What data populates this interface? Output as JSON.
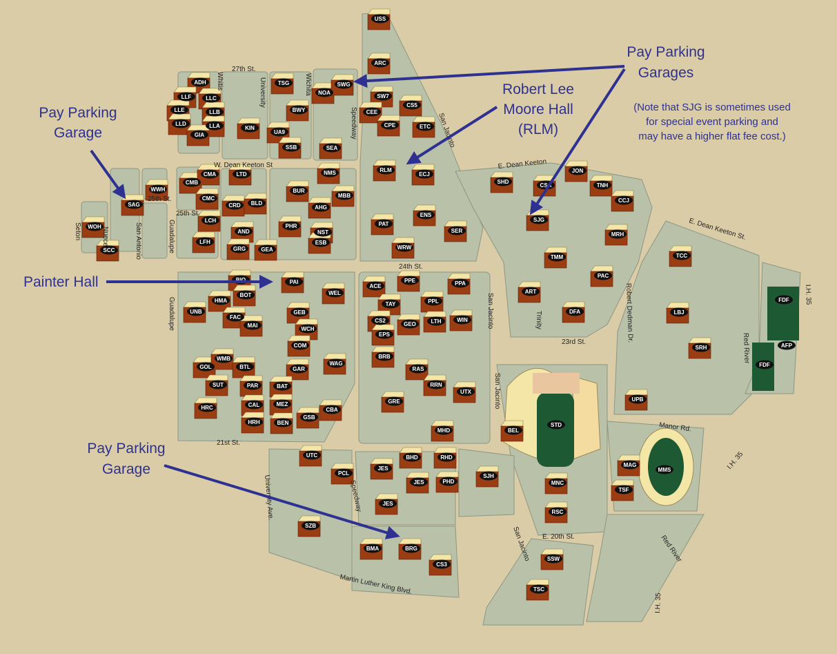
{
  "colors": {
    "background": "#d9cca6",
    "block": "#b9c1a8",
    "block_stroke": "#8d9684",
    "building_face": "#9b3d12",
    "building_side": "#f4e6a6",
    "label_oval": "#111111",
    "stadium_field": "#1d5a34",
    "annotation": "#2e3192"
  },
  "annotations": {
    "pay_parking_garage_left": "Pay Parking Garage",
    "pay_parking_garages_top": "Pay Parking Garages",
    "robert_lee_moore": "Robert Lee Moore Hall (RLM)",
    "painter_hall": "Painter Hall",
    "pay_parking_garage_bottom": "Pay Parking Garage",
    "sjg_note": "(Note that SJG is sometimes used for special event parking and may have a higher flat fee cost.)"
  },
  "streets": {
    "s27th": "27th St.",
    "whitis": "Whitis",
    "university": "University",
    "wichita": "Wichita",
    "speedway": "Speedway",
    "san_jacinto": "San Jacinto",
    "dean_keeton_w": "W. Dean Keeton St",
    "dean_keeton_e": "E. Dean Keeton",
    "dean_keeton_e2": "E. Dean Keeton St.",
    "s25th": "25th St.",
    "s25th_b": "25th St.",
    "seton": "Seton",
    "nueces": "Nueces",
    "san_antonio": "San Antonio",
    "guadalupe": "Guadalupe",
    "guadalupe_b": "Guadalupe",
    "s24th": "24th St.",
    "san_jacinto_b": "San Jacinto",
    "san_jacinto_c": "San Jacinto",
    "san_jacinto_d": "San Jacinto",
    "robert_dedman": "Robert Dedman Dr.",
    "trinity": "Trinity",
    "s23rd": "23rd St.",
    "red_river": "Red River",
    "red_river_b": "Red River",
    "ih35": "I.H. 35",
    "ih35_b": "I.H. 35",
    "ih35_c": "I.H. 35",
    "manor": "Manor Rd.",
    "s21st": "21st St.",
    "university_ave": "University Ave.",
    "speedway_b": "Speedway",
    "e20th": "E. 20th St.",
    "mlk": "Martin Luther King Blvd."
  },
  "buildings": [
    {
      "code": "USS"
    },
    {
      "code": "ARC"
    },
    {
      "code": "SW7"
    },
    {
      "code": "CS5"
    },
    {
      "code": "CEE"
    },
    {
      "code": "CPE"
    },
    {
      "code": "ETC"
    },
    {
      "code": "ADH"
    },
    {
      "code": "LLF"
    },
    {
      "code": "LLC"
    },
    {
      "code": "LLE"
    },
    {
      "code": "LLB"
    },
    {
      "code": "LLD"
    },
    {
      "code": "LLA"
    },
    {
      "code": "GIA"
    },
    {
      "code": "TSG"
    },
    {
      "code": "NOA"
    },
    {
      "code": "SWG"
    },
    {
      "code": "BWY"
    },
    {
      "code": "KIN"
    },
    {
      "code": "UA9"
    },
    {
      "code": "SSB"
    },
    {
      "code": "SEA"
    },
    {
      "code": "RLM"
    },
    {
      "code": "ECJ"
    },
    {
      "code": "NMS"
    },
    {
      "code": "MBB"
    },
    {
      "code": "ENS"
    },
    {
      "code": "PAT"
    },
    {
      "code": "SER"
    },
    {
      "code": "WRW"
    },
    {
      "code": "CMB"
    },
    {
      "code": "CMA"
    },
    {
      "code": "LTD"
    },
    {
      "code": "CMC"
    },
    {
      "code": "CRD"
    },
    {
      "code": "BLD"
    },
    {
      "code": "LCH"
    },
    {
      "code": "AND"
    },
    {
      "code": "LFH"
    },
    {
      "code": "GRG"
    },
    {
      "code": "GEA"
    },
    {
      "code": "BUR"
    },
    {
      "code": "AHG"
    },
    {
      "code": "PHR"
    },
    {
      "code": "NST"
    },
    {
      "code": "ESB"
    },
    {
      "code": "WWH"
    },
    {
      "code": "SAG"
    },
    {
      "code": "WOH"
    },
    {
      "code": "SCC"
    },
    {
      "code": "SHD"
    },
    {
      "code": "CSA"
    },
    {
      "code": "JON"
    },
    {
      "code": "TNH"
    },
    {
      "code": "CCJ"
    },
    {
      "code": "SJG"
    },
    {
      "code": "MRH"
    },
    {
      "code": "TMM"
    },
    {
      "code": "PAC"
    },
    {
      "code": "ART"
    },
    {
      "code": "DFA"
    },
    {
      "code": "TCC"
    },
    {
      "code": "LBJ"
    },
    {
      "code": "SRH"
    },
    {
      "code": "FDF"
    },
    {
      "code": "AFP"
    },
    {
      "code": "FDF"
    },
    {
      "code": "UPB"
    },
    {
      "code": "PAI"
    },
    {
      "code": "BIO"
    },
    {
      "code": "BOT"
    },
    {
      "code": "WEL"
    },
    {
      "code": "HMA"
    },
    {
      "code": "UNB"
    },
    {
      "code": "FAC"
    },
    {
      "code": "GEB"
    },
    {
      "code": "MAI"
    },
    {
      "code": "WCH"
    },
    {
      "code": "COM"
    },
    {
      "code": "GOL"
    },
    {
      "code": "WMB"
    },
    {
      "code": "BTL"
    },
    {
      "code": "GAR"
    },
    {
      "code": "WAG"
    },
    {
      "code": "SUT"
    },
    {
      "code": "PAR"
    },
    {
      "code": "BAT"
    },
    {
      "code": "HRC"
    },
    {
      "code": "CAL"
    },
    {
      "code": "MEZ"
    },
    {
      "code": "CBA"
    },
    {
      "code": "HRH"
    },
    {
      "code": "BEN"
    },
    {
      "code": "GSB"
    },
    {
      "code": "ACE"
    },
    {
      "code": "PPE"
    },
    {
      "code": "PPA"
    },
    {
      "code": "TAY"
    },
    {
      "code": "PPL"
    },
    {
      "code": "CS2"
    },
    {
      "code": "GEO"
    },
    {
      "code": "LTH"
    },
    {
      "code": "WIN"
    },
    {
      "code": "EPS"
    },
    {
      "code": "BRB"
    },
    {
      "code": "RAS"
    },
    {
      "code": "RRN"
    },
    {
      "code": "UTX"
    },
    {
      "code": "GRE"
    },
    {
      "code": "MHD"
    },
    {
      "code": "BEL"
    },
    {
      "code": "STD"
    },
    {
      "code": "MNC"
    },
    {
      "code": "RSC"
    },
    {
      "code": "MAG"
    },
    {
      "code": "TSF"
    },
    {
      "code": "MMS"
    },
    {
      "code": "UTC"
    },
    {
      "code": "PCL"
    },
    {
      "code": "BHD"
    },
    {
      "code": "RHD"
    },
    {
      "code": "JES"
    },
    {
      "code": "JES"
    },
    {
      "code": "PHD"
    },
    {
      "code": "JES"
    },
    {
      "code": "SJH"
    },
    {
      "code": "SZB"
    },
    {
      "code": "BMA"
    },
    {
      "code": "BRG"
    },
    {
      "code": "CS3"
    },
    {
      "code": "SSW"
    },
    {
      "code": "TSC"
    }
  ]
}
